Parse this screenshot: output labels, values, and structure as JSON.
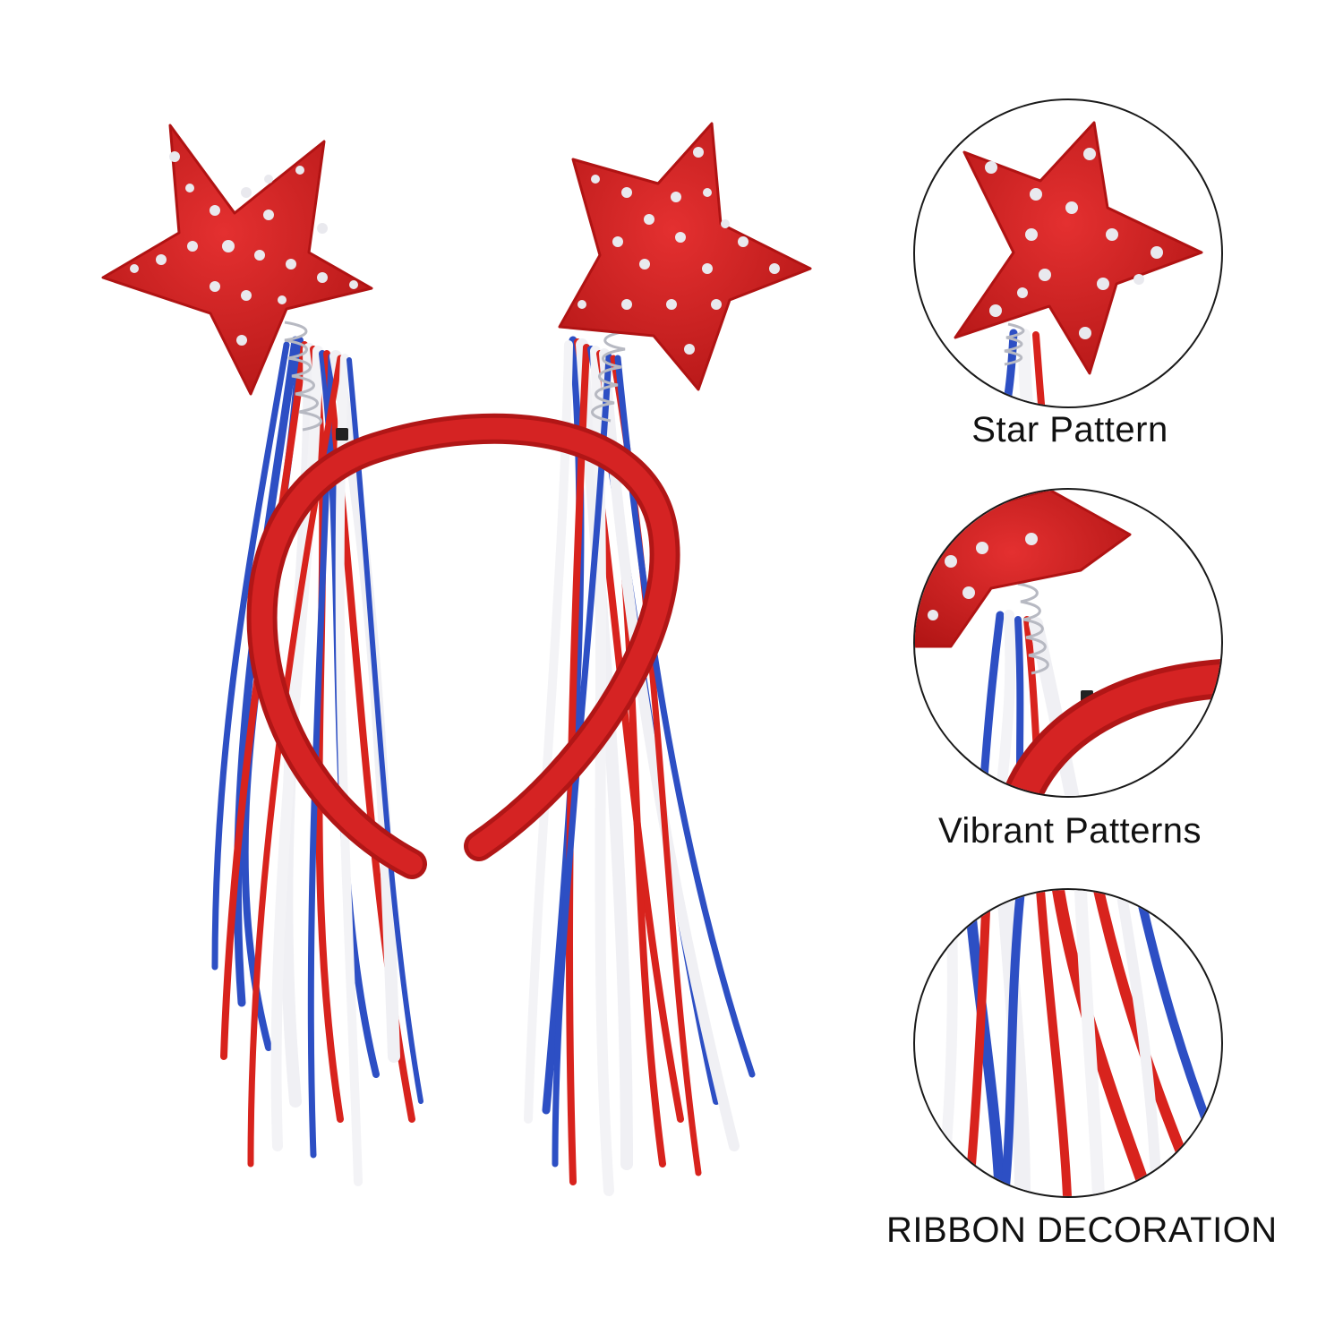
{
  "details": [
    {
      "caption": "Star Pattern",
      "icon": "star-closeup"
    },
    {
      "caption": "Vibrant Patterns",
      "icon": "spring-closeup"
    },
    {
      "caption": "RIBBON DECORATION",
      "icon": "ribbon-closeup"
    }
  ],
  "colors": {
    "felt_red": "#d3201f",
    "felt_dark": "#a91414",
    "ribbon_blue": "#2d4fc4",
    "ribbon_red": "#d8231d",
    "ribbon_white": "#f3f3f6",
    "sequin": "#e9e9ee",
    "spring": "#b7b9c2"
  }
}
